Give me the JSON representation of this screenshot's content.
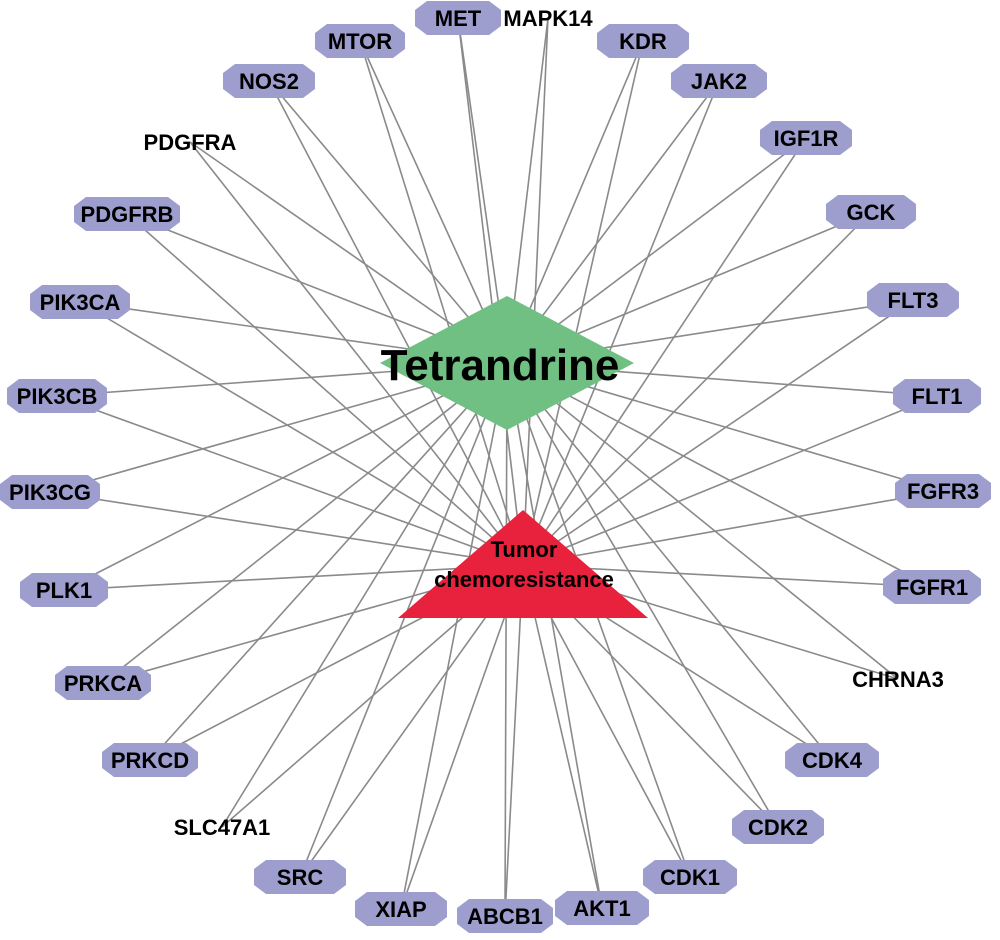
{
  "network": {
    "colors": {
      "edge": "#8a8a8a",
      "gene_fill": "#9d9dce",
      "drug_fill": "#70c083",
      "disease_fill": "#e8213c",
      "background": "#ffffff"
    },
    "drug": {
      "label": "Tetrandrine"
    },
    "disease": {
      "label_line1": "Tumor",
      "label_line2": "chemoresistance"
    },
    "genes": [
      {
        "id": "MET",
        "label": "MET",
        "shaped": true
      },
      {
        "id": "MAPK14",
        "label": "MAPK14",
        "shaped": false
      },
      {
        "id": "KDR",
        "label": "KDR",
        "shaped": true
      },
      {
        "id": "JAK2",
        "label": "JAK2",
        "shaped": true
      },
      {
        "id": "IGF1R",
        "label": "IGF1R",
        "shaped": true
      },
      {
        "id": "GCK",
        "label": "GCK",
        "shaped": true
      },
      {
        "id": "FLT3",
        "label": "FLT3",
        "shaped": true
      },
      {
        "id": "FLT1",
        "label": "FLT1",
        "shaped": true
      },
      {
        "id": "FGFR3",
        "label": "FGFR3",
        "shaped": true
      },
      {
        "id": "FGFR1",
        "label": "FGFR1",
        "shaped": true
      },
      {
        "id": "CHRNA3",
        "label": "CHRNA3",
        "shaped": false
      },
      {
        "id": "CDK4",
        "label": "CDK4",
        "shaped": true
      },
      {
        "id": "CDK2",
        "label": "CDK2",
        "shaped": true
      },
      {
        "id": "CDK1",
        "label": "CDK1",
        "shaped": true
      },
      {
        "id": "AKT1",
        "label": "AKT1",
        "shaped": true
      },
      {
        "id": "ABCB1",
        "label": "ABCB1",
        "shaped": true
      },
      {
        "id": "XIAP",
        "label": "XIAP",
        "shaped": true
      },
      {
        "id": "SRC",
        "label": "SRC",
        "shaped": true
      },
      {
        "id": "SLC47A1",
        "label": "SLC47A1",
        "shaped": false
      },
      {
        "id": "PRKCD",
        "label": "PRKCD",
        "shaped": true
      },
      {
        "id": "PRKCA",
        "label": "PRKCA",
        "shaped": true
      },
      {
        "id": "PLK1",
        "label": "PLK1",
        "shaped": true
      },
      {
        "id": "PIK3CG",
        "label": "PIK3CG",
        "shaped": true
      },
      {
        "id": "PIK3CB",
        "label": "PIK3CB",
        "shaped": true
      },
      {
        "id": "PIK3CA",
        "label": "PIK3CA",
        "shaped": true
      },
      {
        "id": "PDGFRB",
        "label": "PDGFRB",
        "shaped": true
      },
      {
        "id": "PDGFRA",
        "label": "PDGFRA",
        "shaped": false
      },
      {
        "id": "NOS2",
        "label": "NOS2",
        "shaped": true
      },
      {
        "id": "MTOR",
        "label": "MTOR",
        "shaped": true
      }
    ]
  }
}
